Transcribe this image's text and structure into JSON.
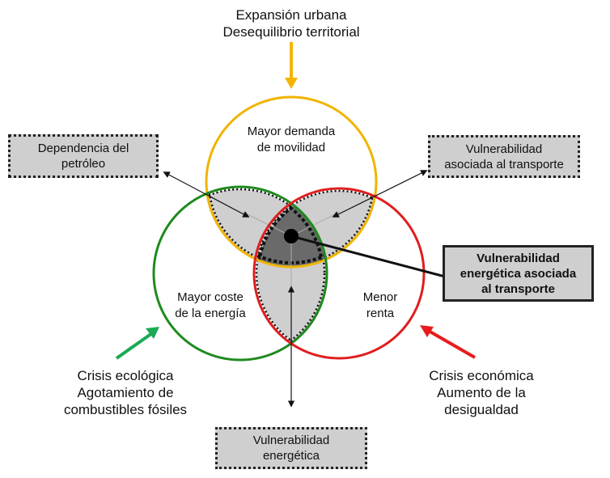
{
  "drivers": {
    "top": [
      "Expansión urbana",
      "Desequilibrio territorial"
    ],
    "left": [
      "Crisis ecológica",
      "Agotamiento de",
      "combustibles fósiles"
    ],
    "right": [
      "Crisis económica",
      "Aumento de la",
      "desigualdad"
    ]
  },
  "circles": {
    "yellow": {
      "label": [
        "Mayor demanda",
        "de movilidad"
      ],
      "color": "#f0b400"
    },
    "green": {
      "label": [
        "Mayor coste",
        "de la energía"
      ],
      "color": "#1e8a1e"
    },
    "red": {
      "label": [
        "Menor",
        "renta"
      ],
      "color": "#e01e1e"
    }
  },
  "boxes": {
    "top_left": [
      "Dependencia del",
      "petróleo"
    ],
    "top_right": [
      "Vulnerabilidad",
      "asociada al transporte"
    ],
    "bottom": [
      "Vulnerabilidad",
      "energética"
    ],
    "center": [
      "Vulnerabilidad",
      "energética asociada",
      "al transporte"
    ]
  },
  "colors": {
    "top_arrow": "#f5b400",
    "left_arrow": "#1aaa55",
    "right_arrow": "#e81c1c",
    "overlap_fill": "#cfcfcf",
    "center_fill": "#6a6a6a"
  }
}
